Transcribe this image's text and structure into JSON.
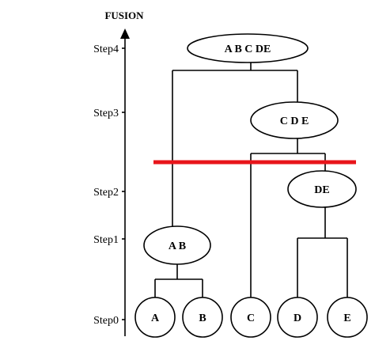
{
  "axis": {
    "title": "FUSION",
    "steps": [
      "Step4",
      "Step3",
      "Step2",
      "Step1",
      "Step0"
    ]
  },
  "nodes": {
    "abcde": "A B C DE",
    "cde": "C D E",
    "de": "DE",
    "ab": "A B",
    "a": "A",
    "b": "B",
    "c": "C",
    "d": "D",
    "e": "E"
  },
  "colors": {
    "cut_line": "#e8151b",
    "stroke": "#000000"
  }
}
